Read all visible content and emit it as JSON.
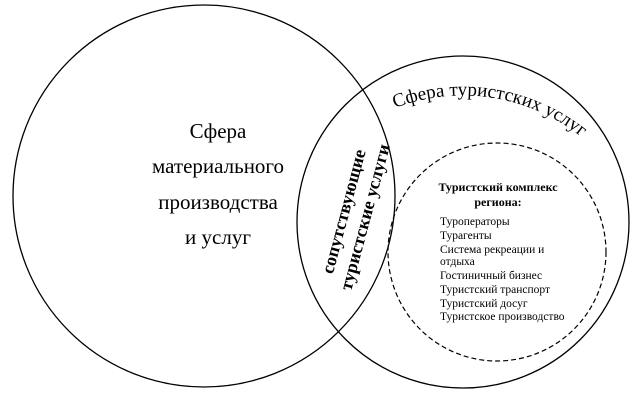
{
  "diagram": {
    "left_circle_label": [
      "Сфера",
      "материального",
      "производства",
      "и услуг"
    ],
    "right_circle_label": "Сфера туристских услуг",
    "intersection_label": [
      "сопутствующие",
      "туристские услуги"
    ],
    "inner_circle": {
      "title_line1": "Туристский комплекс",
      "title_line2": "региона:",
      "items": [
        "Туроператоры",
        "Турагенты",
        "Система рекреации и",
        "отдыха",
        "Гостиничный бизнес",
        "Туристский транспорт",
        "Туристский досуг",
        "Туристское производство"
      ]
    }
  }
}
